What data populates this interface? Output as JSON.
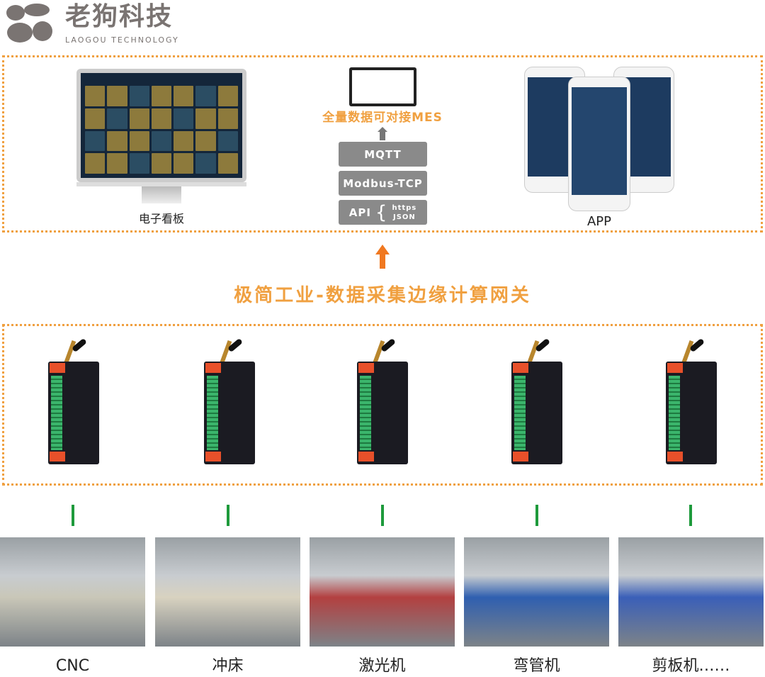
{
  "logo": {
    "cn": "老狗科技",
    "en": "LAOGOU TECHNOLOGY"
  },
  "top": {
    "dashboard_label": "电子看板",
    "mes_text": "全量数据可对接MES",
    "protocols": [
      "MQTT",
      "Modbus-TCP"
    ],
    "api": {
      "label": "API",
      "brace": "{",
      "lines": [
        "https",
        "JSON"
      ]
    },
    "app_label": "APP"
  },
  "gateway_title": "极简工业-数据采集边缘计算网关",
  "machines": [
    {
      "label": "CNC",
      "color": "#c9c7b8"
    },
    {
      "label": "冲床",
      "color": "#d8d2c0"
    },
    {
      "label": "激光机",
      "color": "#b34040"
    },
    {
      "label": "弯管机",
      "color": "#2f5fb0"
    },
    {
      "label": "剪板机……",
      "color": "#3a5fb8"
    }
  ],
  "colors": {
    "accent": "#f0a040",
    "connector": "#1e9a3c",
    "protocol_box": "#8a8a8a"
  }
}
